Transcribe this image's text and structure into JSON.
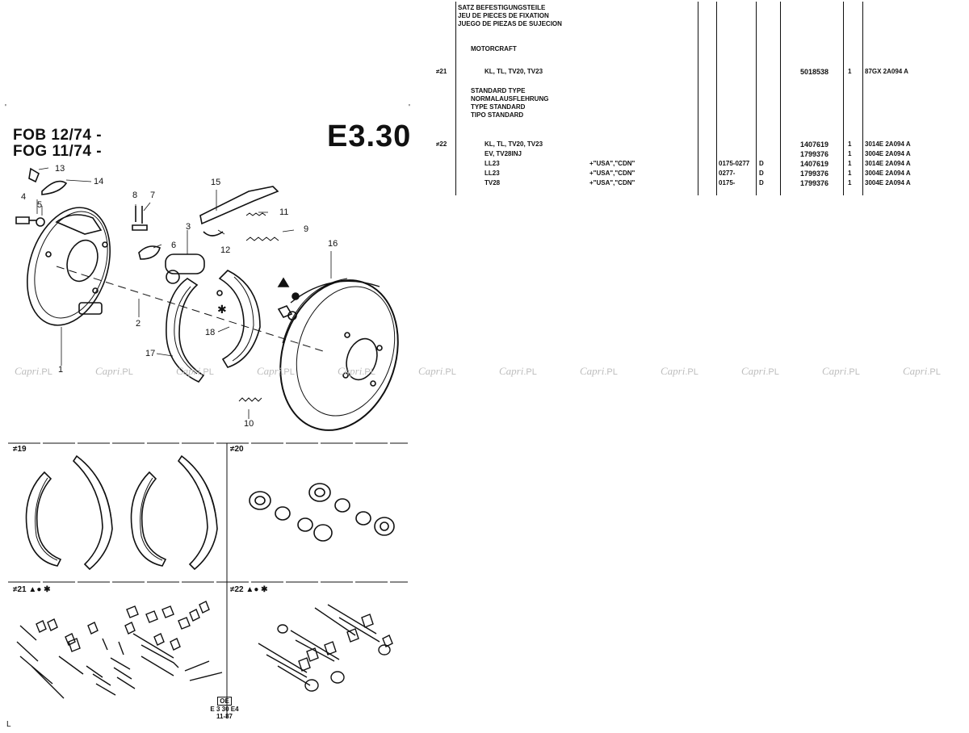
{
  "header": {
    "model_line_1": "FOB 12/74 -",
    "model_line_2": "FOG 11/74 -",
    "page_id": "E3.30"
  },
  "callouts": {
    "c1": "1",
    "c2": "2",
    "c3": "3",
    "c4": "4",
    "c5": "5",
    "c6": "6",
    "c7": "7",
    "c8": "8",
    "c9": "9",
    "c10": "10",
    "c11": "11",
    "c12": "12",
    "c13": "13",
    "c14": "14",
    "c15": "15",
    "c16": "16",
    "c17": "17",
    "c18": "18"
  },
  "panels": {
    "p19": "≠19",
    "p20": "≠20",
    "p21": "≠21",
    "p22": "≠22"
  },
  "symbols": {
    "triangle": "▲",
    "circle": "●",
    "star": "✱"
  },
  "watermark": {
    "brand": "Capri",
    "suffix": ".PL"
  },
  "table": {
    "heading": [
      "SATZ BEFESTIGUNGSTEILE",
      "JEU DE PIECES DE FIXATION",
      "JUEGO DE PIEZAS DE SUJECION"
    ],
    "motorcraft": "MOTORCRAFT",
    "row21": {
      "ref": "≠21",
      "desc": "KL, TL, TV20, TV23",
      "part": "5018538",
      "qty": "1",
      "code": "87GX 2A094 A"
    },
    "standard": [
      "STANDARD TYPE",
      "NORMALAUSFLEHRUNG",
      "TYPE STANDARD",
      "TIPO STANDARD"
    ],
    "ref22": "≠22",
    "rows22": [
      {
        "desc": "KL, TL, TV20, TV23",
        "cond": "",
        "date": "",
        "flag": "",
        "part": "1407619",
        "qty": "1",
        "code": "3014E 2A094 A"
      },
      {
        "desc": "EV, TV28INJ",
        "cond": "",
        "date": "",
        "flag": "",
        "part": "1799376",
        "qty": "1",
        "code": "3004E 2A094 A"
      },
      {
        "desc": "LL23",
        "cond": "+\"USA\",\"CDN\"",
        "date": "0175-0277",
        "flag": "D",
        "part": "1407619",
        "qty": "1",
        "code": "3014E 2A094 A"
      },
      {
        "desc": "LL23",
        "cond": "+\"USA\",\"CDN\"",
        "date": "0277-",
        "flag": "D",
        "part": "1799376",
        "qty": "1",
        "code": "3004E 2A094 A"
      },
      {
        "desc": "TV28",
        "cond": "+\"USA\",\"CDN\"",
        "date": "0175-",
        "flag": "D",
        "part": "1799376",
        "qty": "1",
        "code": "3004E 2A094 A"
      }
    ]
  },
  "footer": {
    "oe": "OE",
    "code": "E 3 30 E4",
    "date": "11-87",
    "corner": "L"
  }
}
